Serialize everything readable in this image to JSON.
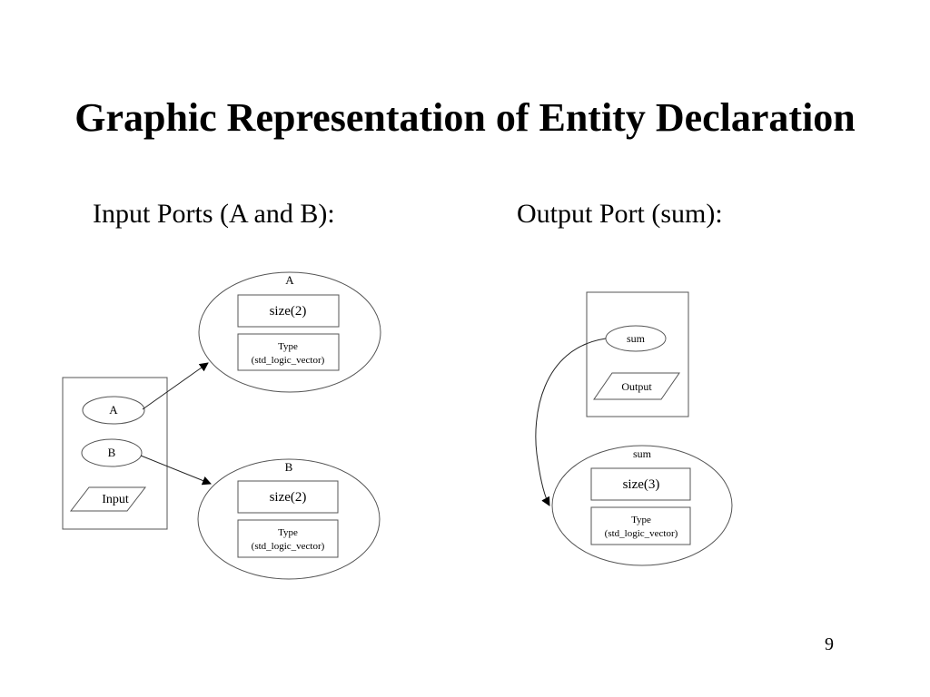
{
  "slide": {
    "title": "Graphic Representation of Entity Declaration",
    "input_heading": "Input Ports (A and B):",
    "output_heading": "Output Port (sum):",
    "page_number": "9"
  },
  "input_diagram": {
    "cluster_nodes": {
      "a": "A",
      "b": "B",
      "kind": "Input"
    },
    "port_a": {
      "name": "A",
      "size": "size(2)",
      "type_line1": "Type",
      "type_line2": "(std_logic_vector)"
    },
    "port_b": {
      "name": "B",
      "size": "size(2)",
      "type_line1": "Type",
      "type_line2": "(std_logic_vector)"
    }
  },
  "output_diagram": {
    "cluster_nodes": {
      "sum": "sum",
      "kind": "Output"
    },
    "port_sum": {
      "name": "sum",
      "size": "size(3)",
      "type_line1": "Type",
      "type_line2": "(std_logic_vector)"
    }
  },
  "colors": {
    "text": "#000000",
    "stroke": "#555555",
    "background": "#ffffff"
  }
}
